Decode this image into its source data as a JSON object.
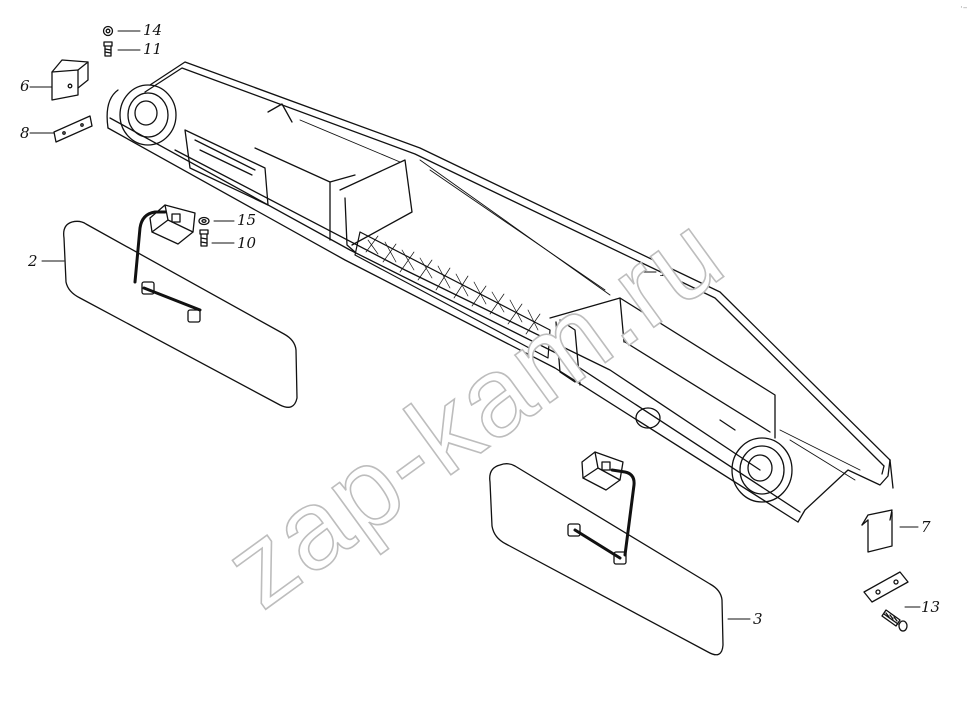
{
  "watermark": "zap-kam.ru",
  "corner_mark": "·–",
  "callouts": {
    "c1": "1",
    "c2": "2",
    "c3": "3",
    "c6": "6",
    "c7": "7",
    "c8": "8",
    "c10": "10",
    "c11": "11",
    "c13": "13",
    "c14": "14",
    "c15": "15"
  }
}
